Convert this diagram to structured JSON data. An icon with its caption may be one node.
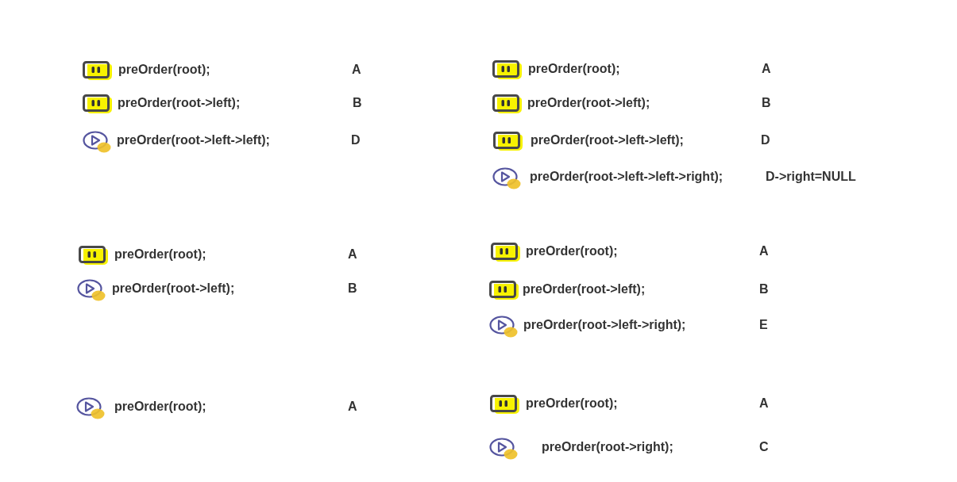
{
  "diagram": {
    "labels": [
      "preOrder(root);",
      "A",
      "preOrder(root->left);",
      "B",
      "preOrder(root->left->left);",
      "D",
      "preOrder(root);",
      "A",
      "preOrder(root->left);",
      "B",
      "preOrder(root->left->left);",
      "D",
      "preOrder(root->left->left->right);",
      "D->right=NULL",
      "preOrder(root);",
      "A",
      "preOrder(root->left);",
      "B",
      "preOrder(root);",
      "A",
      "preOrder(root->left);",
      "B",
      "preOrder(root->left->right);",
      "E",
      "preOrder(root);",
      "A",
      "preOrder(root);",
      "A",
      "preOrder(root->right);",
      "C"
    ]
  }
}
